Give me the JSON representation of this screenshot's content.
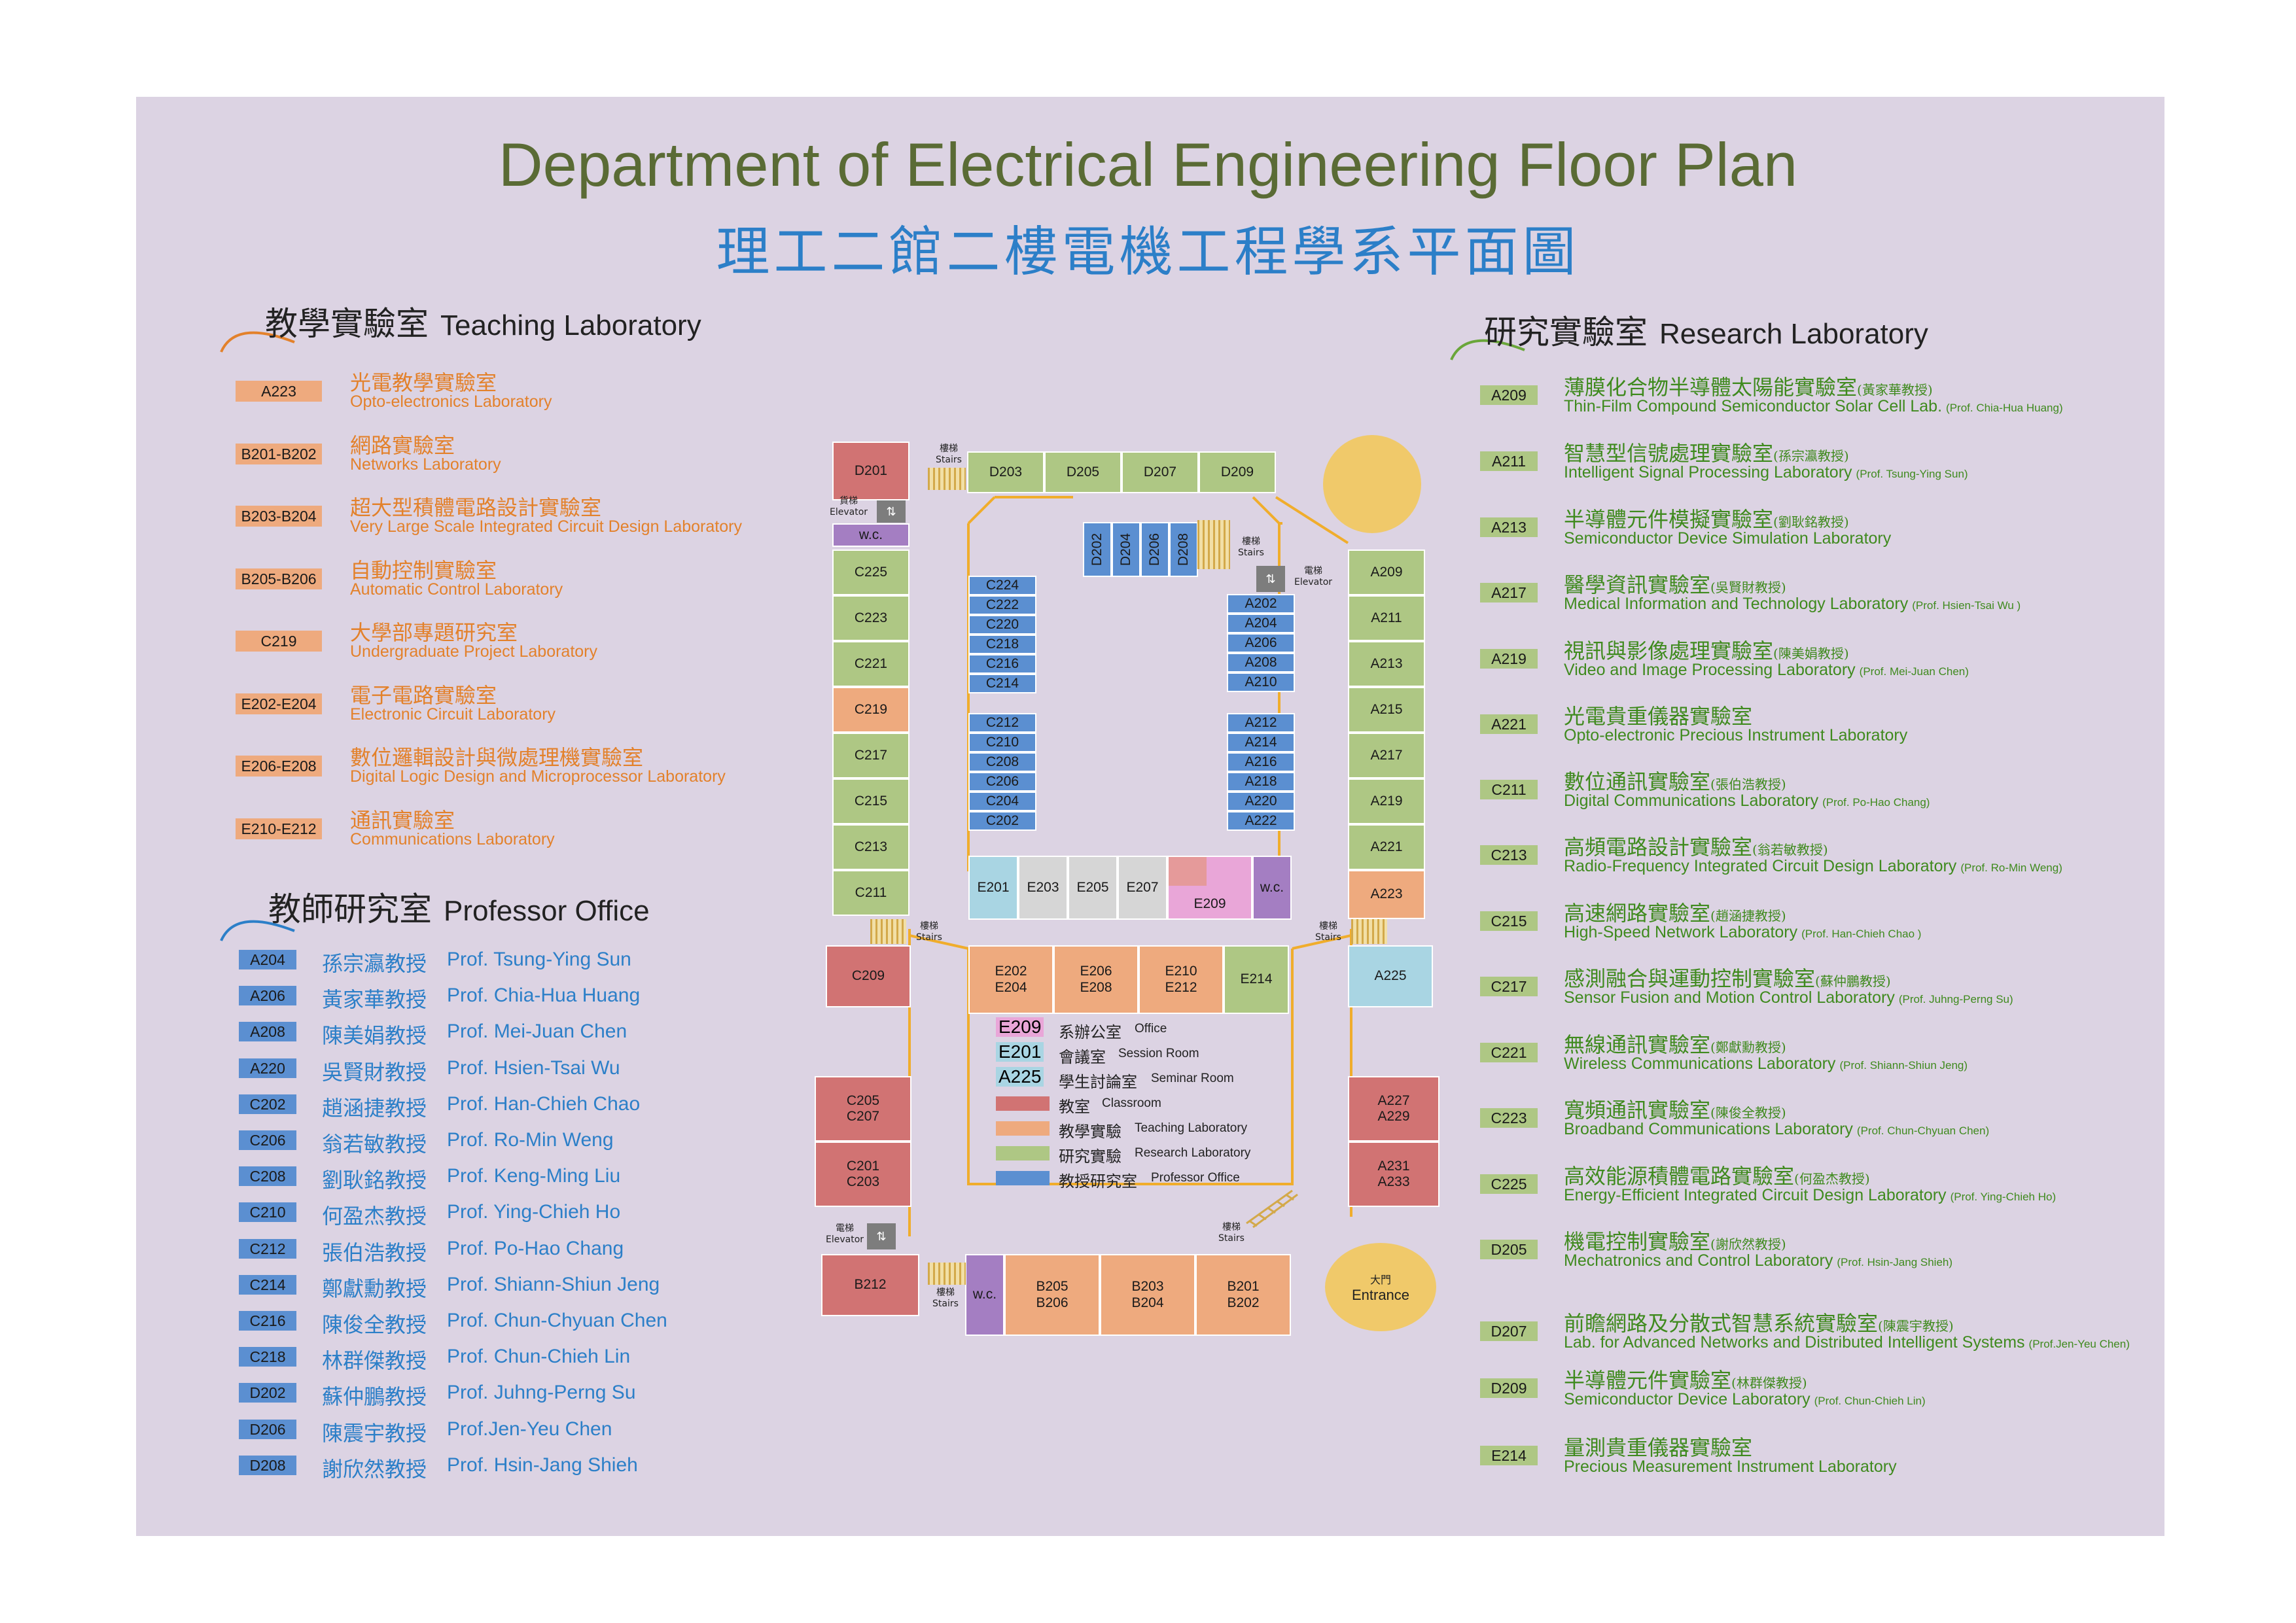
{
  "title_en": "Department of Electrical Engineering Floor Plan",
  "title_zh": "理工二館二樓電機工程學系平面圖",
  "teaching": {
    "heading_zh": "教學實驗室",
    "heading_en": "Teaching Laboratory",
    "items": [
      {
        "code": "A223",
        "zh": "光電教學實驗室",
        "en": "Opto-electronics Laboratory"
      },
      {
        "code": "B201-B202",
        "zh": "網路實驗室",
        "en": "Networks Laboratory"
      },
      {
        "code": "B203-B204",
        "zh": "超大型積體電路設計實驗室",
        "en": "Very Large Scale Integrated Circuit Design Laboratory"
      },
      {
        "code": "B205-B206",
        "zh": "自動控制實驗室",
        "en": "Automatic Control Laboratory"
      },
      {
        "code": "C219",
        "zh": "大學部專題研究室",
        "en": "Undergraduate Project Laboratory"
      },
      {
        "code": "E202-E204",
        "zh": "電子電路實驗室",
        "en": "Electronic Circuit Laboratory"
      },
      {
        "code": "E206-E208",
        "zh": "數位邏輯設計與微處理機實驗室",
        "en": "Digital Logic Design and Microprocessor Laboratory"
      },
      {
        "code": "E210-E212",
        "zh": "通訊實驗室",
        "en": "Communications Laboratory"
      }
    ]
  },
  "professor": {
    "heading_zh": "教師研究室",
    "heading_en": "Professor Office",
    "items": [
      {
        "code": "A204",
        "zh": "孫宗瀛教授",
        "en": "Prof. Tsung-Ying Sun"
      },
      {
        "code": "A206",
        "zh": "黃家華教授",
        "en": "Prof. Chia-Hua Huang"
      },
      {
        "code": "A208",
        "zh": "陳美娟教授",
        "en": "Prof. Mei-Juan Chen"
      },
      {
        "code": "A220",
        "zh": "吳賢財教授",
        "en": "Prof. Hsien-Tsai Wu"
      },
      {
        "code": "C202",
        "zh": "趙涵捷教授",
        "en": "Prof. Han-Chieh Chao"
      },
      {
        "code": "C206",
        "zh": "翁若敏教授",
        "en": "Prof. Ro-Min Weng"
      },
      {
        "code": "C208",
        "zh": "劉耿銘教授",
        "en": "Prof. Keng-Ming Liu"
      },
      {
        "code": "C210",
        "zh": "何盈杰教授",
        "en": "Prof. Ying-Chieh Ho"
      },
      {
        "code": "C212",
        "zh": "張伯浩教授",
        "en": "Prof. Po-Hao Chang"
      },
      {
        "code": "C214",
        "zh": "鄭獻勳教授",
        "en": "Prof. Shiann-Shiun Jeng"
      },
      {
        "code": "C216",
        "zh": "陳俊全教授",
        "en": "Prof. Chun-Chyuan Chen"
      },
      {
        "code": "C218",
        "zh": "林群傑教授",
        "en": "Prof. Chun-Chieh Lin"
      },
      {
        "code": "D202",
        "zh": "蘇仲鵬教授",
        "en": "Prof. Juhng-Perng Su"
      },
      {
        "code": "D206",
        "zh": "陳震宇教授",
        "en": "Prof.Jen-Yeu Chen"
      },
      {
        "code": "D208",
        "zh": "謝欣然教授",
        "en": "Prof. Hsin-Jang Shieh"
      }
    ]
  },
  "research": {
    "heading_zh": "研究實驗室",
    "heading_en": "Research Laboratory",
    "items": [
      {
        "code": "A209",
        "zh": "薄膜化合物半導體太陽能實驗室",
        "prof_zh": "(黃家華教授)",
        "en": "Thin-Film Compound Semiconductor Solar Cell Lab.",
        "prof_en": "(Prof. Chia-Hua Huang)"
      },
      {
        "code": "A211",
        "zh": "智慧型信號處理實驗室",
        "prof_zh": "(孫宗瀛教授)",
        "en": "Intelligent Signal Processing Laboratory",
        "prof_en": "(Prof. Tsung-Ying Sun)"
      },
      {
        "code": "A213",
        "zh": "半導體元件模擬實驗室",
        "prof_zh": "(劉耿銘教授)",
        "en": "Semiconductor Device Simulation Laboratory",
        "prof_en": ""
      },
      {
        "code": "A217",
        "zh": "醫學資訊實驗室",
        "prof_zh": "(吳賢財教授)",
        "en": "Medical Information and Technology Laboratory",
        "prof_en": "(Prof. Hsien-Tsai Wu )"
      },
      {
        "code": "A219",
        "zh": "視訊與影像處理實驗室",
        "prof_zh": "(陳美娟教授)",
        "en": "Video and Image Processing Laboratory",
        "prof_en": "(Prof. Mei-Juan Chen)"
      },
      {
        "code": "A221",
        "zh": "光電貴重儀器實驗室",
        "prof_zh": "",
        "en": "Opto-electronic Precious Instrument Laboratory",
        "prof_en": ""
      },
      {
        "code": "C211",
        "zh": "數位通訊實驗室",
        "prof_zh": "(張伯浩教授)",
        "en": "Digital Communications Laboratory",
        "prof_en": "(Prof. Po-Hao Chang)"
      },
      {
        "code": "C213",
        "zh": "高頻電路設計實驗室",
        "prof_zh": "(翁若敏教授)",
        "en": "Radio-Frequency Integrated Circuit Design Laboratory",
        "prof_en": "(Prof. Ro-Min Weng)"
      },
      {
        "code": "C215",
        "zh": "高速網路實驗室",
        "prof_zh": "(趙涵捷教授)",
        "en": "High-Speed Network Laboratory",
        "prof_en": "(Prof. Han-Chieh Chao )"
      },
      {
        "code": "C217",
        "zh": "感測融合與運動控制實驗室",
        "prof_zh": "(蘇仲鵬教授)",
        "en": "Sensor Fusion and Motion Control Laboratory",
        "prof_en": "(Prof. Juhng-Perng Su)"
      },
      {
        "code": "C221",
        "zh": "無線通訊實驗室",
        "prof_zh": "(鄭獻勳教授)",
        "en": "Wireless Communications Laboratory",
        "prof_en": "(Prof. Shiann-Shiun Jeng)"
      },
      {
        "code": "C223",
        "zh": "寬頻通訊實驗室",
        "prof_zh": "(陳俊全教授)",
        "en": "Broadband Communications Laboratory",
        "prof_en": "(Prof. Chun-Chyuan Chen)"
      },
      {
        "code": "C225",
        "zh": "高效能源積體電路實驗室",
        "prof_zh": "(何盈杰教授)",
        "en": "Energy-Efficient Integrated Circuit Design Laboratory",
        "prof_en": "(Prof. Ying-Chieh Ho)"
      },
      {
        "code": "D205",
        "zh": "機電控制實驗室",
        "prof_zh": "(謝欣然教授)",
        "en": "Mechatronics and Control Laboratory",
        "prof_en": "(Prof. Hsin-Jang Shieh)"
      },
      {
        "code": "D207",
        "zh": "前瞻網路及分散式智慧系統實驗室",
        "prof_zh": "(陳震宇教授)",
        "en": "Lab. for Advanced Networks and Distributed Intelligent Systems",
        "prof_en": "(Prof.Jen-Yeu Chen)"
      },
      {
        "code": "D209",
        "zh": "半導體元件實驗室",
        "prof_zh": "(林群傑教授)",
        "en": "Semiconductor Device Laboratory",
        "prof_en": "(Prof. Chun-Chieh Lin)"
      },
      {
        "code": "E214",
        "zh": "量測貴重儀器實驗室",
        "prof_zh": "",
        "en": "Precious Measurement Instrument Laboratory",
        "prof_en": ""
      }
    ]
  },
  "map": {
    "rooms": {
      "D201": "D201",
      "D203": "D203",
      "D205": "D205",
      "D207": "D207",
      "D209": "D209",
      "D202": "D202",
      "D204": "D204",
      "D206": "D206",
      "D208": "D208",
      "wc_top": "w.c.",
      "C225": "C225",
      "C223": "C223",
      "C221": "C221",
      "C219": "C219",
      "C217": "C217",
      "C215": "C215",
      "C213": "C213",
      "C211": "C211",
      "C209": "C209",
      "C205_C207": "C205\nC207",
      "C201_C203": "C201\nC203",
      "C224": "C224",
      "C222": "C222",
      "C220": "C220",
      "C218": "C218",
      "C216": "C216",
      "C214": "C214",
      "C212": "C212",
      "C210": "C210",
      "C208": "C208",
      "C206": "C206",
      "C204": "C204",
      "C202": "C202",
      "A202": "A202",
      "A204": "A204",
      "A206": "A206",
      "A208": "A208",
      "A210": "A210",
      "A212": "A212",
      "A214": "A214",
      "A216": "A216",
      "A218": "A218",
      "A220": "A220",
      "A222": "A222",
      "A209": "A209",
      "A211": "A211",
      "A213": "A213",
      "A215": "A215",
      "A217": "A217",
      "A219": "A219",
      "A221": "A221",
      "A223": "A223",
      "A225": "A225",
      "A227_A229": "A227\nA229",
      "A231_A233": "A231\nA233",
      "E201": "E201",
      "E203": "E203",
      "E205": "E205",
      "E207": "E207",
      "E209": "E209",
      "wc_e": "w.c.",
      "E202_E204": "E202\nE204",
      "E206_E208": "E206\nE208",
      "E210_E212": "E210\nE212",
      "E214": "E214",
      "B212": "B212",
      "wc_b": "w.c.",
      "B205_B206": "B205\nB206",
      "B203_B204": "B203\nB204",
      "B201_B202": "B201\nB202"
    },
    "labels": {
      "stairs_zh": "樓梯",
      "stairs_en": "Stairs",
      "elevator_zh": "電梯",
      "elevator_en": "Elevator",
      "cargo_elevator_zh": "貨梯",
      "entrance_zh": "大門",
      "entrance_en": "Entrance"
    },
    "legend": [
      {
        "code": "E209",
        "zh": "系辦公室",
        "en": "Office",
        "color": "#e9a6d8"
      },
      {
        "code": "E201",
        "zh": "會議室",
        "en": "Session Room",
        "color": "#a9d5e3"
      },
      {
        "code": "A225",
        "zh": "學生討論室",
        "en": "Seminar Room",
        "color": "#a9d5e3"
      },
      {
        "code": "",
        "zh": "教室",
        "en": "Classroom",
        "color": "#d17373"
      },
      {
        "code": "",
        "zh": "教學實驗",
        "en": "Teaching Laboratory",
        "color": "#eeaa7e"
      },
      {
        "code": "",
        "zh": "研究實驗",
        "en": "Research Laboratory",
        "color": "#aec784"
      },
      {
        "code": "",
        "zh": "教授研究室",
        "en": "Professor Office",
        "color": "#5b8fd1"
      }
    ]
  }
}
